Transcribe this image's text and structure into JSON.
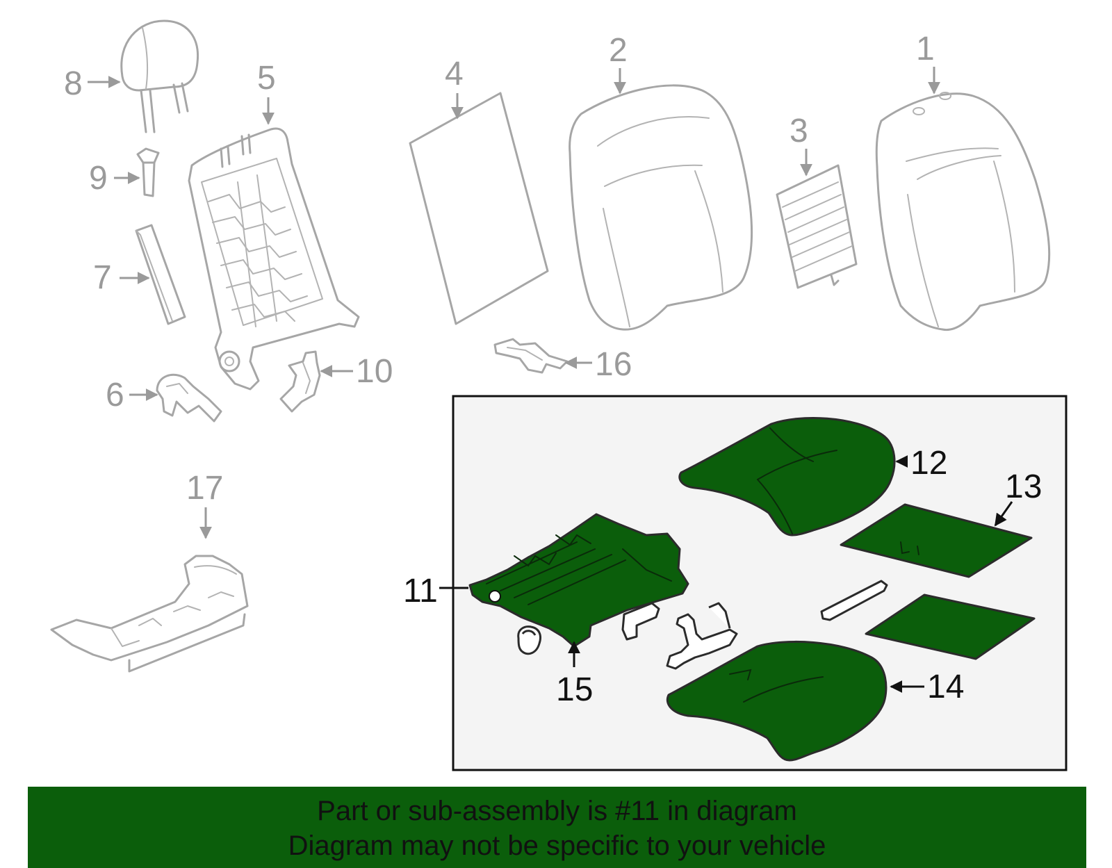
{
  "diagram": {
    "callouts": [
      "1",
      "2",
      "3",
      "4",
      "5",
      "6",
      "7",
      "8",
      "9",
      "10",
      "11",
      "12",
      "13",
      "14",
      "15",
      "16",
      "17"
    ]
  },
  "banner": {
    "line1": "Part or sub-assembly is #11 in diagram",
    "line2": "Diagram may not be specific to your vehicle"
  },
  "colors": {
    "highlight": "#0b5e0b",
    "ghost_parts": "#a6a6a6",
    "inset_background": "#f4f4f4"
  }
}
